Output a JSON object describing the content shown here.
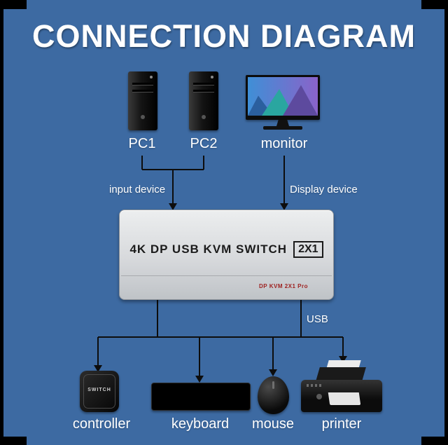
{
  "title": "CONNECTION DIAGRAM",
  "devices": {
    "pc1": {
      "label": "PC1",
      "icon": "pc-tower-icon"
    },
    "pc2": {
      "label": "PC2",
      "icon": "pc-tower-icon"
    },
    "monitor": {
      "label": "monitor",
      "icon": "monitor-icon"
    },
    "controller": {
      "label": "controller",
      "icon": "controller-icon",
      "button_text": "SWITCH"
    },
    "keyboard": {
      "label": "keyboard",
      "icon": "keyboard-icon"
    },
    "mouse": {
      "label": "mouse",
      "icon": "mouse-icon"
    },
    "printer": {
      "label": "printer",
      "icon": "printer-icon"
    }
  },
  "kvm_switch": {
    "title": "4K DP USB KVM SWITCH",
    "badge": "2X1",
    "model": "DP KVM 2X1 Pro"
  },
  "connection_labels": {
    "input": "input device",
    "display": "Display device",
    "usb": "USB"
  },
  "colors": {
    "background": "#3d6aa2",
    "line": "#0d0d0d",
    "switch_body": "#d9dbde",
    "switch_text": "#1b1b1b",
    "model_text": "#9e2120",
    "label_text": "#ffffff"
  }
}
